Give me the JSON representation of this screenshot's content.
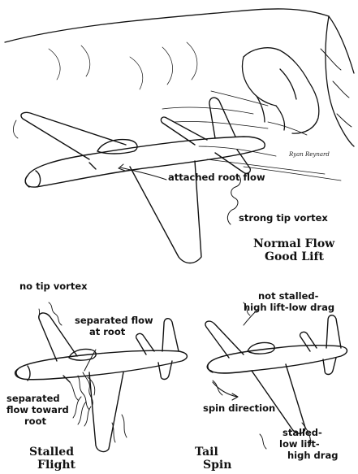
{
  "labels": {
    "attached_root_flow": "attached root flow",
    "strong_tip_vortex": "strong tip vortex",
    "no_tip_vortex": "no tip vortex",
    "separated_flow_root_1": "separated flow",
    "separated_flow_root_2": "at root",
    "separated_toward_1": "separated",
    "separated_toward_2": "flow toward",
    "separated_toward_3": "root",
    "not_stalled_1": "not stalled-",
    "not_stalled_2": "high lift-low drag",
    "spin_direction": "spin direction",
    "stalled_1": "stalled-",
    "stalled_2": "low lift-",
    "stalled_3": "high drag"
  },
  "captions": {
    "normal_1": "Normal Flow",
    "normal_2": "Good Lift",
    "stalled_1": "Stalled",
    "stalled_2": "Flight",
    "tail_1": "Tail",
    "tail_2": "Spin"
  },
  "signature": "Ryan Reynard"
}
